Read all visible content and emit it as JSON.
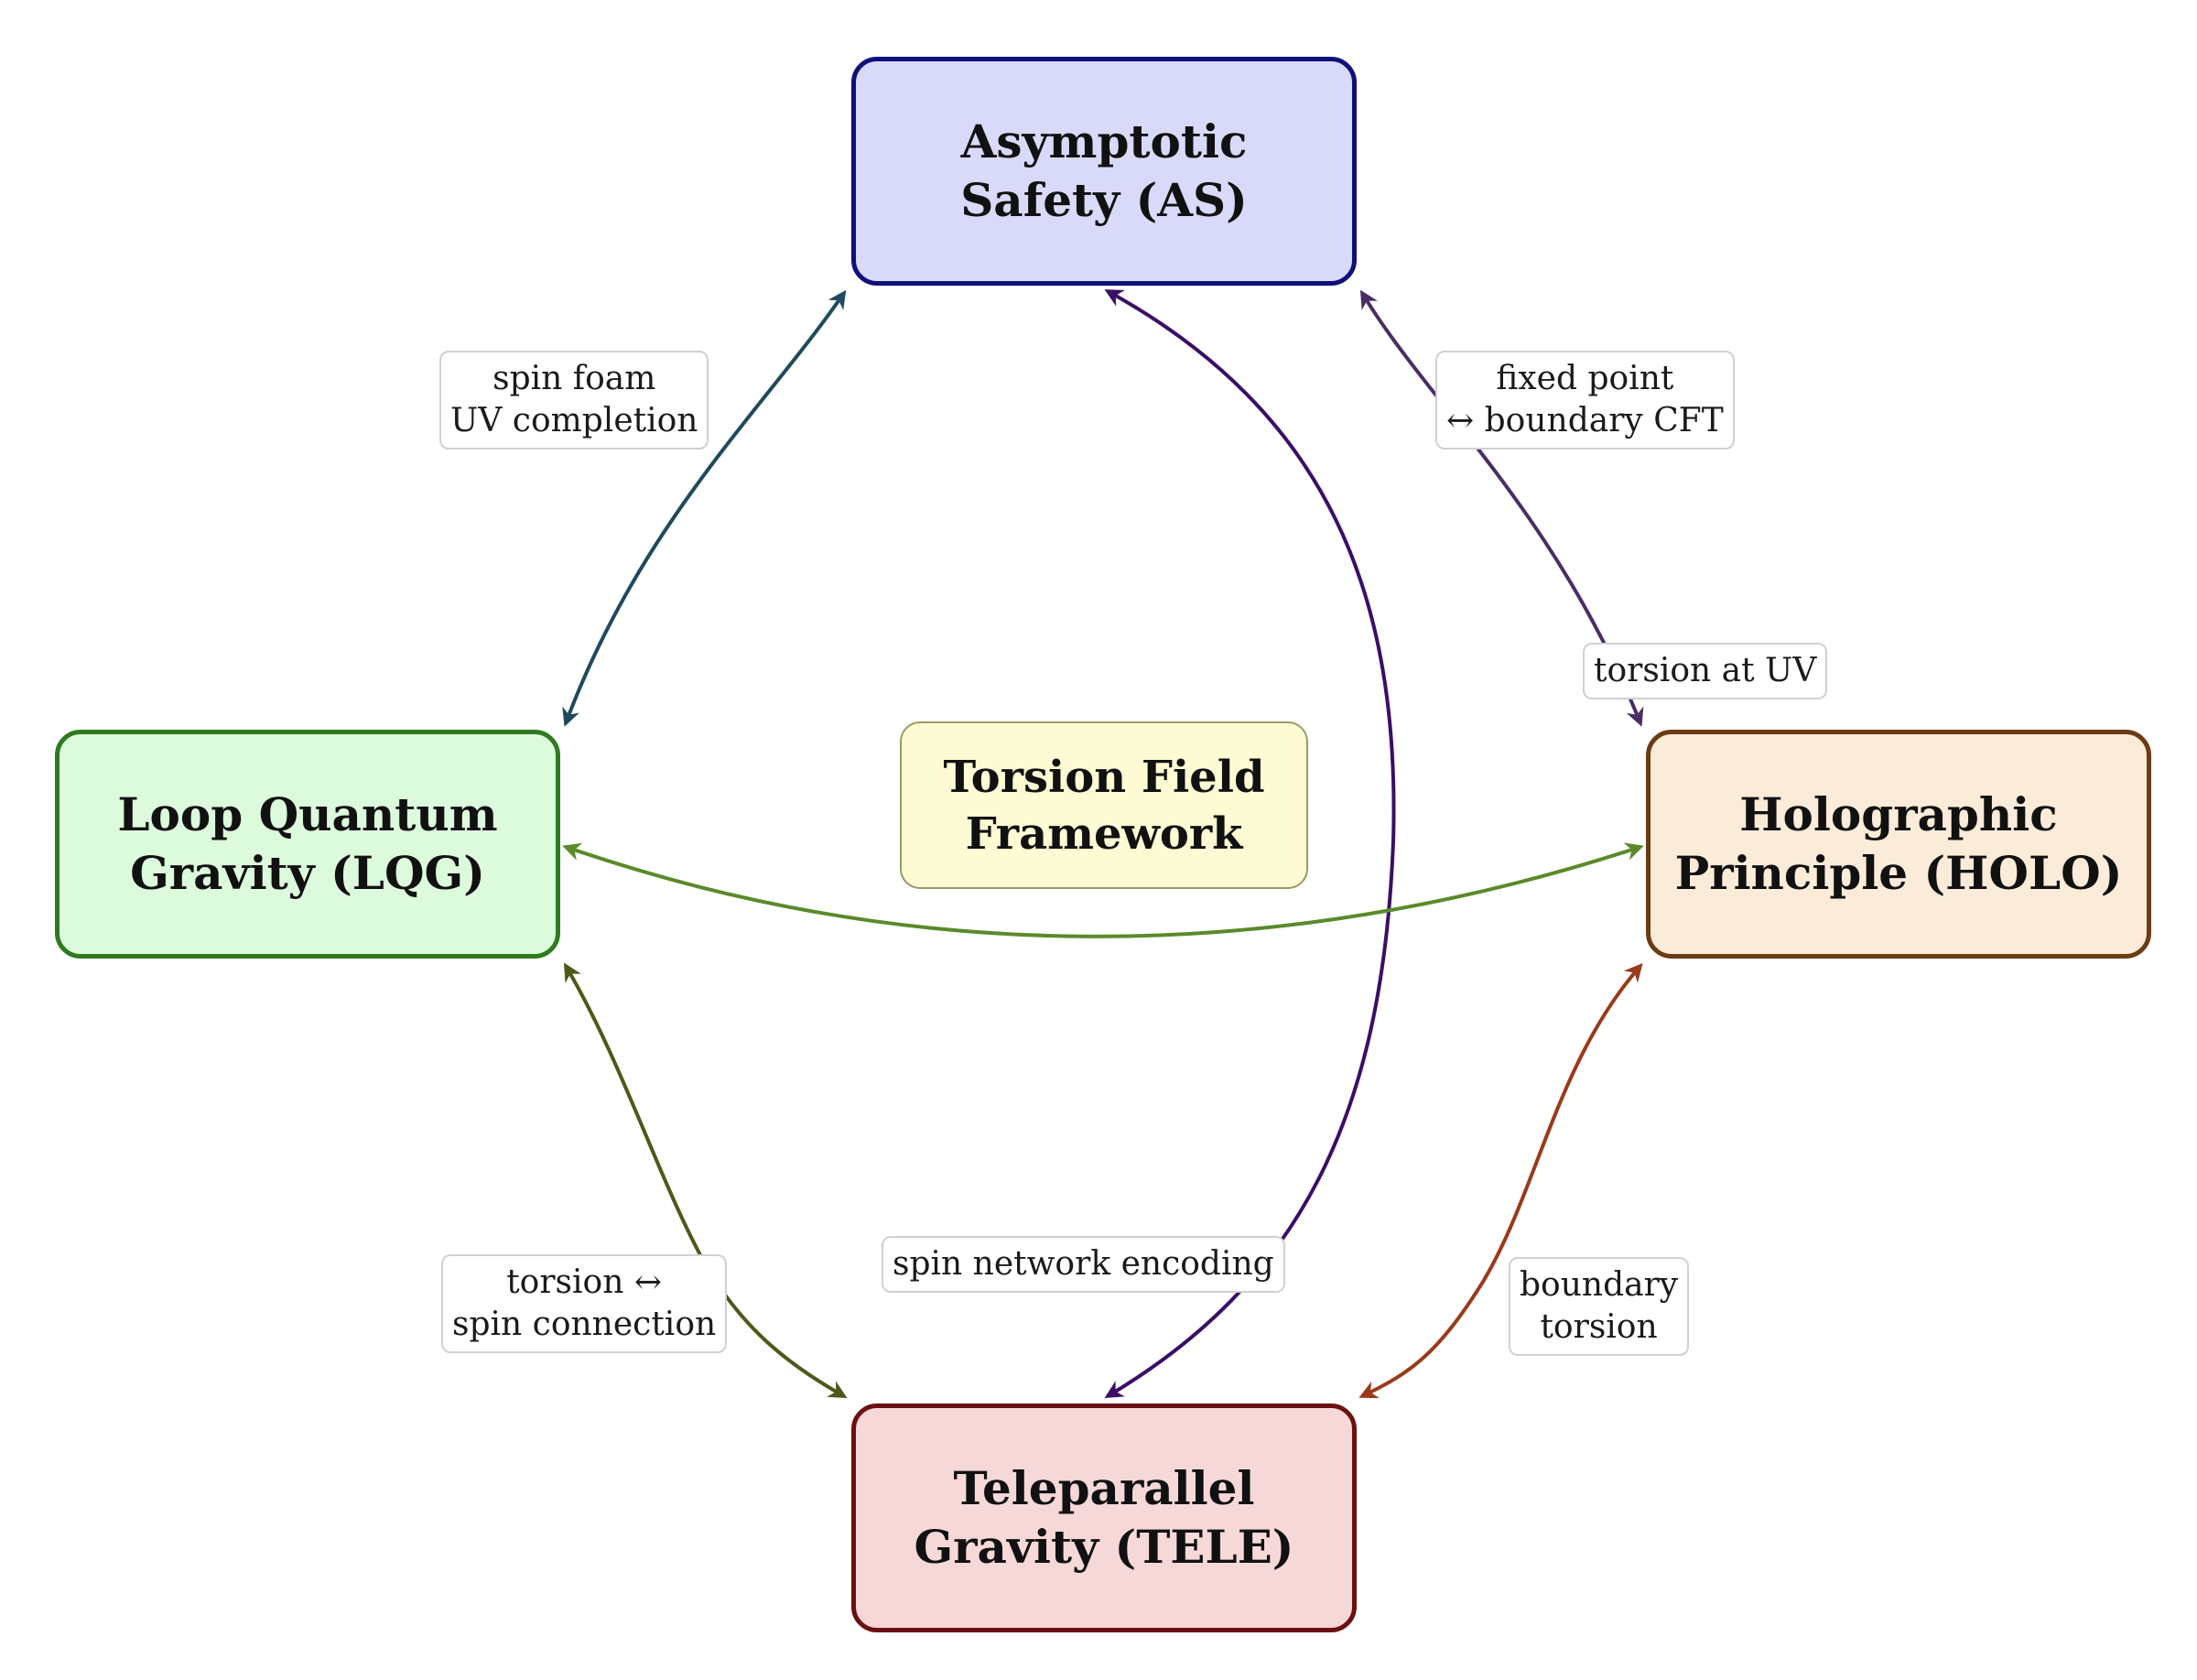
{
  "nodes": {
    "as": {
      "line1": "Asymptotic",
      "line2": "Safety (AS)"
    },
    "lqg": {
      "line1": "Loop Quantum",
      "line2": "Gravity (LQG)"
    },
    "holo": {
      "line1": "Holographic",
      "line2": "Principle (HOLO)"
    },
    "tele": {
      "line1": "Teleparallel",
      "line2": "Gravity (TELE)"
    },
    "tf": {
      "line1": "Torsion Field",
      "line2": "Framework"
    }
  },
  "edges": {
    "as_lqg": {
      "line1": "spin foam",
      "line2": "UV completion"
    },
    "as_holo": {
      "line1": "fixed point",
      "line2": "↔ boundary CFT"
    },
    "as_holo_2": {
      "line1": "torsion at UV"
    },
    "lqg_tele": {
      "line1": "torsion ↔",
      "line2": "spin connection"
    },
    "as_tele": {
      "line1": "spin network encoding"
    },
    "holo_tele": {
      "line1": "boundary",
      "line2": "torsion"
    }
  },
  "colors": {
    "as_lqg": "#1f4a5c",
    "as_holo": "#4a2d66",
    "as_tele": "#3a0f66",
    "lqg_holo": "#5a8a2a",
    "lqg_tele": "#4a5a1a",
    "holo_tele": "#9a3a1a"
  }
}
